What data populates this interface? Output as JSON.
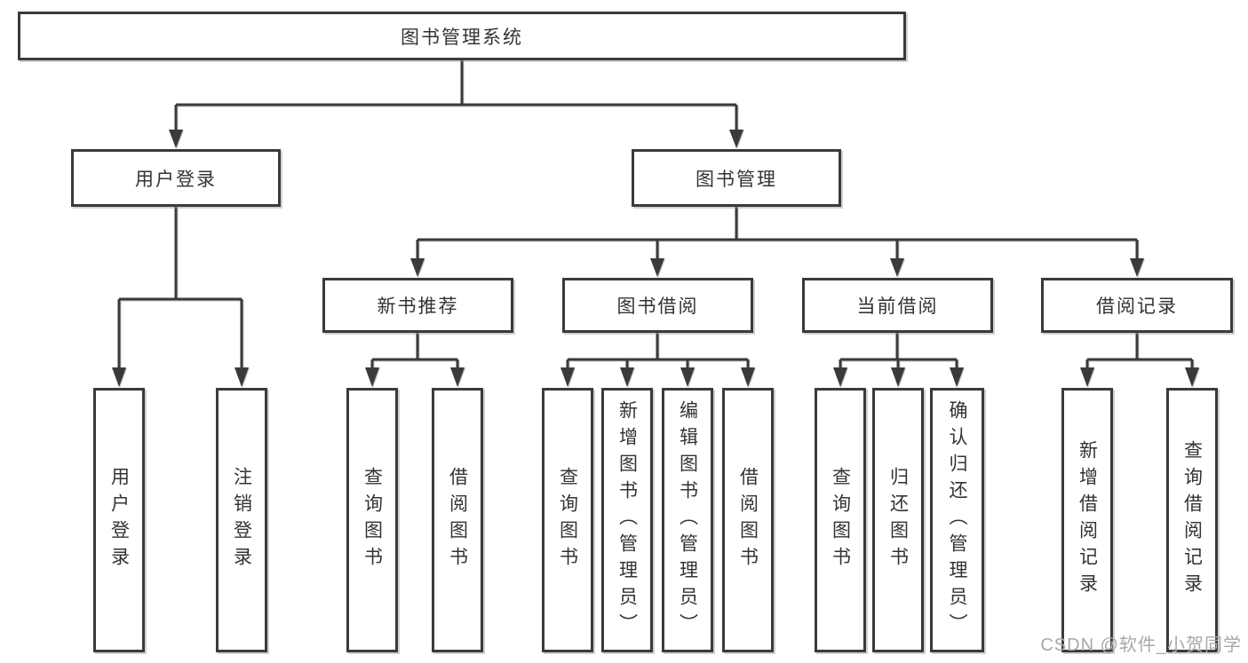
{
  "diagram": {
    "root": {
      "label": "图书管理系统"
    },
    "branches": [
      {
        "label": "用户登录",
        "children": [
          {
            "label": "用户登录"
          },
          {
            "label": "注销登录"
          }
        ]
      },
      {
        "label": "图书管理",
        "children": [
          {
            "label": "新书推荐",
            "children": [
              {
                "label": "查询图书"
              },
              {
                "label": "借阅图书"
              }
            ]
          },
          {
            "label": "图书借阅",
            "children": [
              {
                "label": "查询图书"
              },
              {
                "label": "新增图书（管理员）"
              },
              {
                "label": "编辑图书（管理员）"
              },
              {
                "label": "借阅图书"
              }
            ]
          },
          {
            "label": "当前借阅",
            "children": [
              {
                "label": "查询图书"
              },
              {
                "label": "归还图书"
              },
              {
                "label": "确认归还（管理员）"
              }
            ]
          },
          {
            "label": "借阅记录",
            "children": [
              {
                "label": "新增借阅记录"
              },
              {
                "label": "查询借阅记录"
              }
            ]
          }
        ]
      }
    ]
  },
  "watermark": {
    "text": "CSDN @软件_小贺同学"
  },
  "colors": {
    "line": "#3a3a3a",
    "text": "#333333",
    "background": "#ffffff",
    "watermark": "#a8a8a8"
  }
}
